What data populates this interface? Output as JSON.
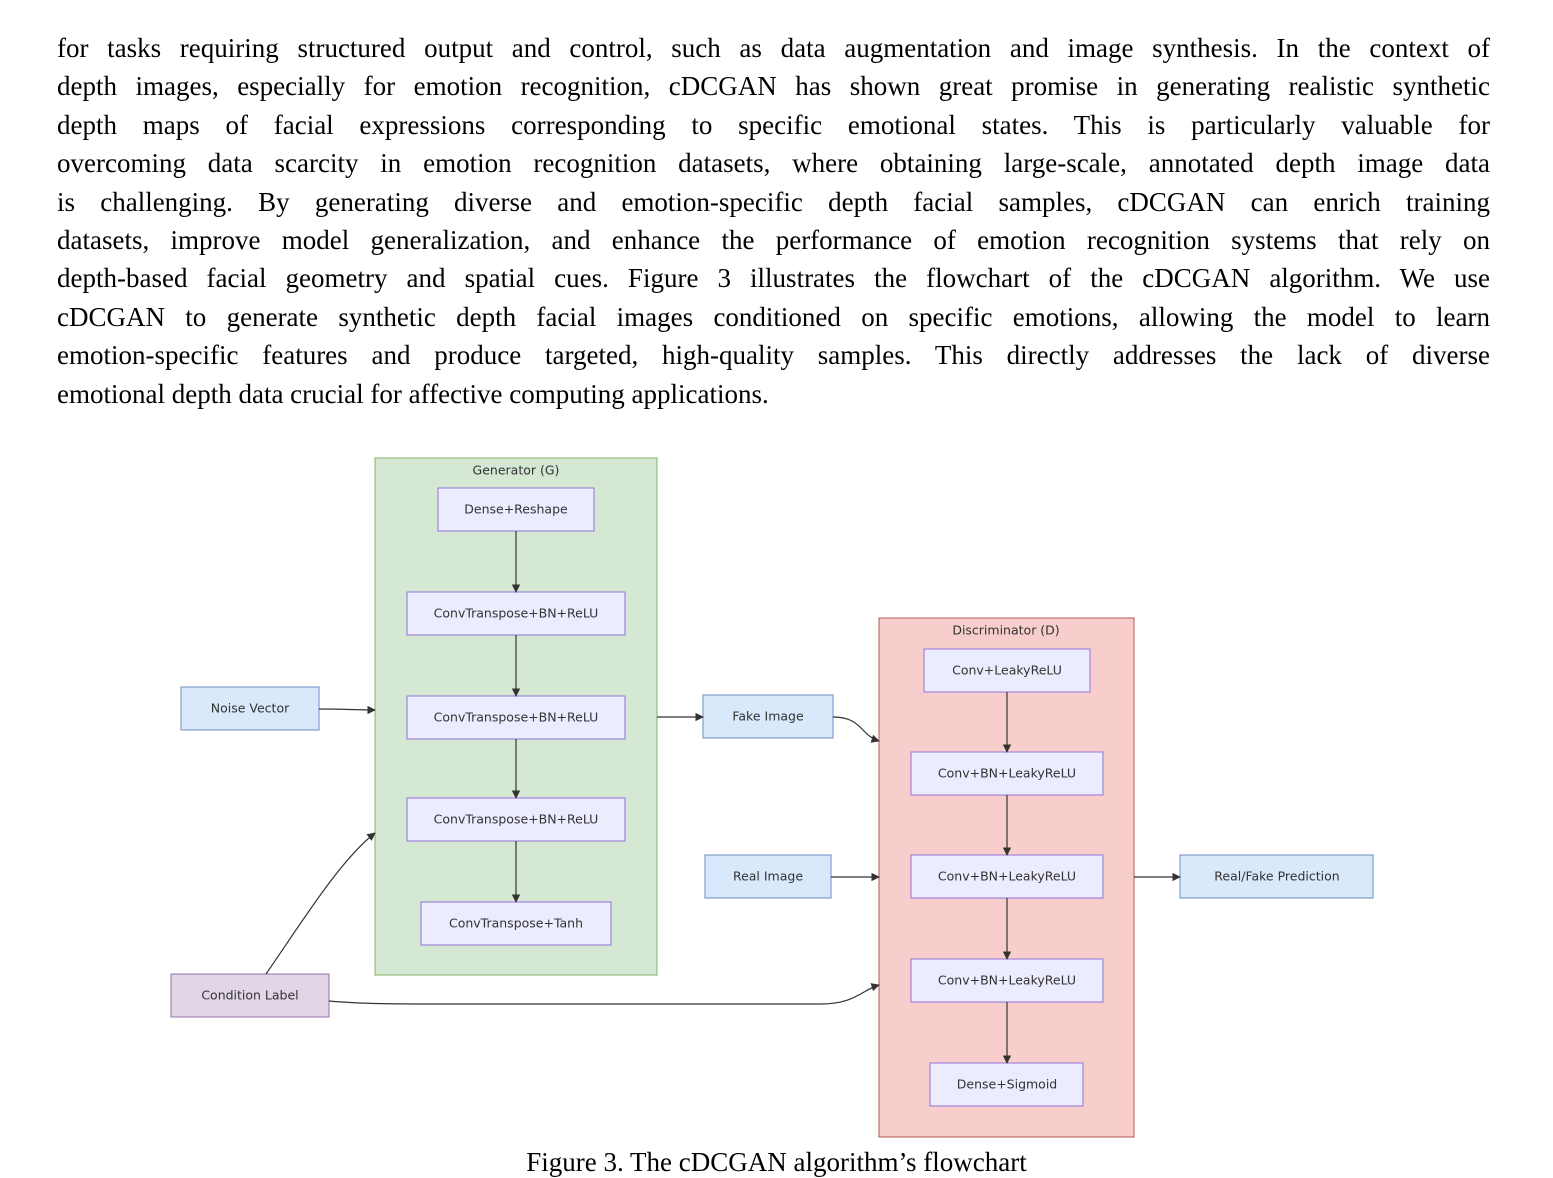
{
  "paragraph": {
    "lines": [
      "for tasks requiring structured output and control, such as data augmentation and image synthesis. In the context of",
      "depth images, especially for emotion recognition, cDCGAN has shown great promise in generating realistic synthetic",
      "depth maps of facial expressions corresponding to specific emotional states. This is particularly valuable for",
      "overcoming data scarcity in emotion recognition datasets, where obtaining large-scale, annotated depth image data",
      "is challenging. By generating diverse and emotion-specific depth facial samples, cDCGAN can enrich training",
      "datasets, improve model generalization, and enhance the performance of emotion recognition systems that rely on",
      "depth-based facial geometry and spatial cues. Figure 3 illustrates the flowchart of the cDCGAN algorithm. We use",
      "cDCGAN to generate synthetic depth facial images conditioned on specific emotions, allowing the model to learn",
      "emotion-specific features and produce targeted, high-quality samples. This directly addresses the lack of diverse",
      "emotional depth data crucial for affective computing applications."
    ]
  },
  "figure": {
    "generator": {
      "title": "Generator (G)",
      "layers": [
        "Dense+Reshape",
        "ConvTranspose+BN+ReLU",
        "ConvTranspose+BN+ReLU",
        "ConvTranspose+BN+ReLU",
        "ConvTranspose+Tanh"
      ]
    },
    "discriminator": {
      "title": "Discriminator (D)",
      "layers": [
        "Conv+LeakyReLU",
        "Conv+BN+LeakyReLU",
        "Conv+BN+LeakyReLU",
        "Conv+BN+LeakyReLU",
        "Dense+Sigmoid"
      ]
    },
    "inputs": {
      "noise_vector": "Noise Vector",
      "condition_label": "Condition Label",
      "fake_image": "Fake Image",
      "real_image": "Real Image",
      "prediction": "Real/Fake Prediction"
    },
    "colors": {
      "generator_fill": "#d5e8d4",
      "discriminator_fill": "#f8cecc",
      "layer_fill": "#ececff",
      "io_fill": "#dae8fc",
      "condition_fill": "#e1d5e7"
    },
    "caption": "Figure 3. The cDCGAN algorithm’s flowchart"
  }
}
